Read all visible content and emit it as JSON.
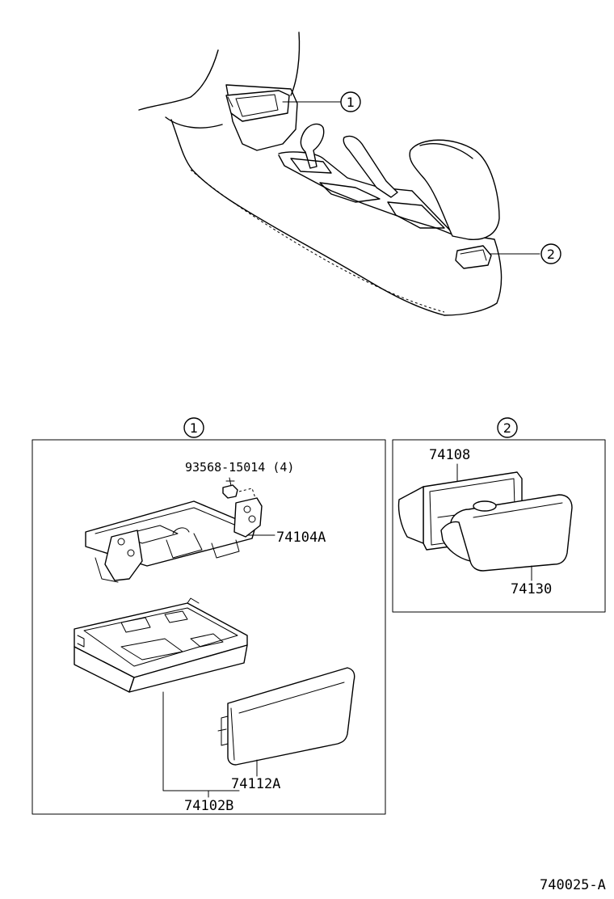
{
  "diagram": {
    "top_view": {
      "callout_1": "1",
      "callout_2": "2"
    },
    "panel_1": {
      "callout": "1",
      "bolt_label": "93568-15014 (4)",
      "bracket_label": "74104A",
      "cover_label": "74112A",
      "assembly_label": "74102B"
    },
    "panel_2": {
      "callout": "2",
      "insert_label": "74108",
      "ashtray_label": "74130"
    },
    "figure_id": "740025-A"
  }
}
